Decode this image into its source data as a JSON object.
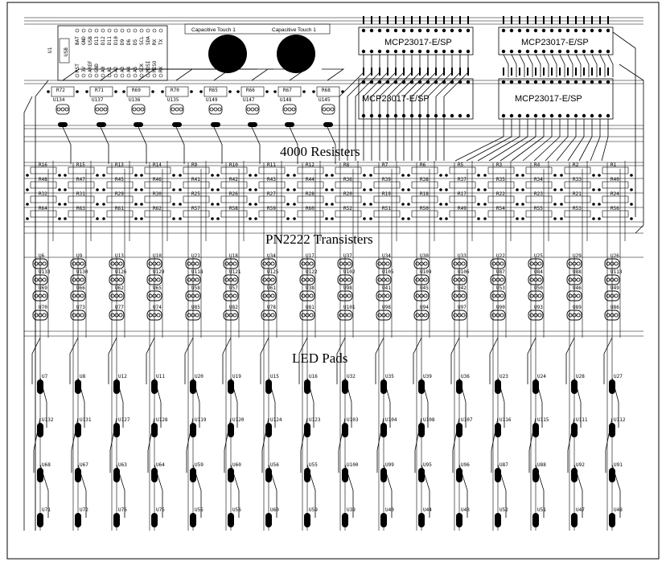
{
  "arduino": {
    "id": "U1",
    "usb": "USB",
    "top_pins": [
      "BAT",
      "GND",
      "USB",
      "D13",
      "D12",
      "D11",
      "D10",
      "D9",
      "D6",
      "D5",
      "SCL",
      "SDA",
      "RX",
      "TX"
    ],
    "bottom_pins": [
      "RST",
      "3V",
      "AREF",
      "GND",
      "A0",
      "A1",
      "A2",
      "A3",
      "A4",
      "A5",
      "SCK",
      "MOSI",
      "MISO",
      "RX"
    ]
  },
  "touch_pads": [
    {
      "label": "Capacitive Touch 1"
    },
    {
      "label": "Capacitive Touch 1"
    }
  ],
  "mcp_chips": [
    {
      "label": "MCP23017-E/SP"
    },
    {
      "label": "MCP23017-E/SP"
    },
    {
      "label": "MCP23017-E/SP"
    },
    {
      "label": "MCP23017-E/SP"
    }
  ],
  "top_resistors": [
    "R72",
    "R71",
    "R69",
    "R70",
    "R65",
    "R66",
    "R67",
    "R68"
  ],
  "top_transistors": [
    "U134",
    "U137",
    "U136",
    "U135",
    "U149",
    "U147",
    "U148",
    "U145"
  ],
  "section_labels": {
    "resistors": "4000 Resisters",
    "transistors": "PN2222 Transisters",
    "led": "LED Pads"
  },
  "resistor_rows": [
    [
      "R16",
      "R15",
      "R13",
      "R14",
      "R9",
      "R10",
      "R11",
      "R12",
      "R8",
      "R7",
      "R6",
      "R5",
      "R3",
      "R4",
      "R2",
      "R1"
    ],
    [
      "R48",
      "R47",
      "R45",
      "R46",
      "R41",
      "R42",
      "R43",
      "R44",
      "R36",
      "R39",
      "R38",
      "R37",
      "R35",
      "R34",
      "R33",
      "R40"
    ],
    [
      "R32",
      "R31",
      "R29",
      "R30",
      "R25",
      "R26",
      "R27",
      "R28",
      "R20",
      "R19",
      "R18",
      "R17",
      "R22",
      "R23",
      "R21",
      "R24"
    ],
    [
      "R64",
      "R63",
      "R61",
      "R62",
      "R57",
      "R58",
      "R59",
      "R60",
      "R52",
      "R51",
      "R50",
      "R49",
      "R54",
      "R55",
      "R53",
      "R56"
    ]
  ],
  "transistor_rows": [
    [
      "U6",
      "U9",
      "U13",
      "U10",
      "U21",
      "U18",
      "U34",
      "U17",
      "U37",
      "U34",
      "U30",
      "U33",
      "U22",
      "U25",
      "U29",
      "U26"
    ],
    [
      "U133",
      "U130",
      "U126",
      "U129",
      "U118",
      "U121",
      "U125",
      "U122",
      "U102",
      "U105",
      "U109",
      "U106",
      "U87",
      "U84",
      "U88",
      "U113"
    ],
    [
      "U69",
      "U66",
      "U62",
      "U65",
      "U58",
      "U57",
      "U61",
      "U38",
      "U98",
      "U41",
      "U45",
      "U42",
      "U53",
      "U50",
      "U46",
      "U49"
    ],
    [
      "U70",
      "U73",
      "U77",
      "U74",
      "U85",
      "U82",
      "U78",
      "U81",
      "U101",
      "U98",
      "U94",
      "U97",
      "U90",
      "U93",
      "U89",
      "U86"
    ]
  ],
  "led_rows": [
    [
      "U7",
      "U8",
      "U12",
      "U11",
      "U20",
      "U19",
      "U15",
      "U16",
      "U32",
      "U35",
      "U39",
      "U36",
      "U23",
      "U24",
      "U28",
      "U27"
    ],
    [
      "U132",
      "U131",
      "U127",
      "U128",
      "U119",
      "U120",
      "U124",
      "U123",
      "U103",
      "U104",
      "U108",
      "U107",
      "U116",
      "U115",
      "U111",
      "U112"
    ],
    [
      "U68",
      "U67",
      "U63",
      "U64",
      "U59",
      "U60",
      "U56",
      "U55",
      "U100",
      "U99",
      "U95",
      "U96",
      "U87",
      "U88",
      "U92",
      "U91"
    ],
    [
      "U71",
      "U72",
      "U76",
      "U75",
      "U55",
      "U56",
      "U60",
      "U59",
      "U39",
      "U40",
      "U44",
      "U43",
      "U52",
      "U51",
      "U47",
      "U48"
    ]
  ]
}
